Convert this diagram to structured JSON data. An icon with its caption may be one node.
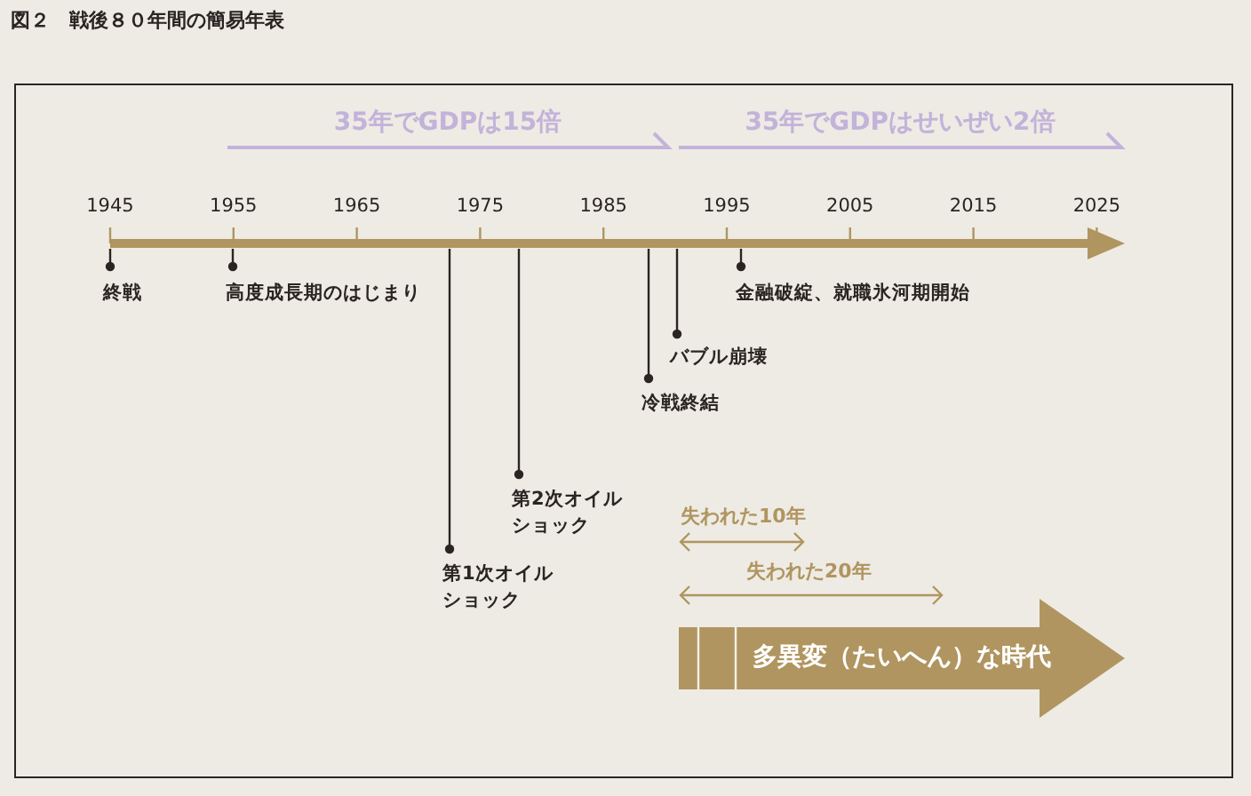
{
  "diagram": {
    "title": "図２　戦後８０年間の簡易年表",
    "nodes": [
      {
        "text": [
          "終戦"
        ]
      },
      {
        "text": [
          "高度成長期のはじまり"
        ]
      },
      {
        "text": [
          "第1次オイルショック"
        ]
      },
      {
        "text": [
          "第2次オイルショック"
        ]
      },
      {
        "text": [
          "冷戦終結"
        ]
      },
      {
        "text": [
          "バブル崩壊"
        ]
      },
      {
        "text": [
          "金融破綻、就職氷河期開始"
        ]
      },
      {
        "text": [
          "多異変（たいへん）な時代"
        ]
      }
    ],
    "edges": [
      {
        "from": 0,
        "to": null,
        "arrow": "other"
      },
      {
        "from": 1,
        "to": null,
        "arrow": "other"
      },
      {
        "from": 2,
        "to": null,
        "arrow": "other"
      },
      {
        "from": 3,
        "to": null,
        "arrow": "other"
      },
      {
        "from": 4,
        "to": null,
        "arrow": "other"
      },
      {
        "from": 5,
        "to": null,
        "arrow": "other"
      },
      {
        "from": 6,
        "to": null,
        "arrow": "other"
      }
    ],
    "labels": [
      "35年でGDPは15倍",
      "35年でGDPはせいぜい2倍",
      "1945",
      "1955",
      "1965",
      "1975",
      "1985",
      "1995",
      "2005",
      "2015",
      "2025",
      "失われた10年",
      "失われた20年"
    ]
  }
}
